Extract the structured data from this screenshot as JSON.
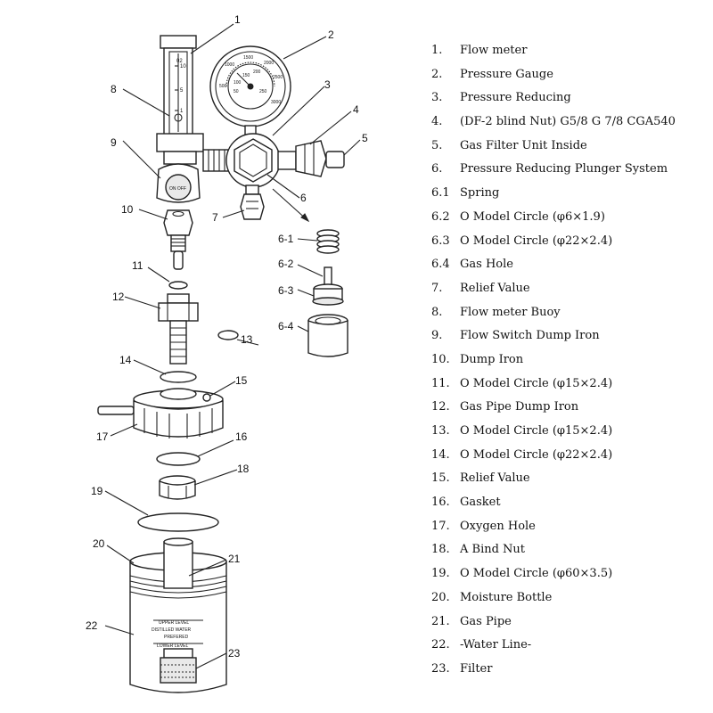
{
  "diagram": {
    "gauge_scale": [
      "1500",
      "2000",
      "2500",
      "3000",
      "1000",
      "500",
      "200",
      "150",
      "100",
      "50",
      "250"
    ],
    "flowmeter_scale": [
      "02",
      "10",
      "5",
      "1"
    ],
    "switch_label": "ON OFF",
    "bottle_text": [
      "UPPER LEVEL",
      "DISTILLED WATER",
      "PREFERED",
      "LOWER LEVEL"
    ],
    "callouts": [
      "1",
      "2",
      "3",
      "4",
      "5",
      "6",
      "7",
      "8",
      "9",
      "10",
      "11",
      "12",
      "13",
      "14",
      "15",
      "16",
      "17",
      "18",
      "19",
      "20",
      "21",
      "22",
      "23",
      "6-1",
      "6-2",
      "6-3",
      "6-4"
    ]
  },
  "legend": [
    {
      "num": "1.",
      "label": "Flow meter"
    },
    {
      "num": "2.",
      "label": "Pressure Gauge"
    },
    {
      "num": "3.",
      "label": "Pressure Reducing"
    },
    {
      "num": "4.",
      "label": "(DF-2 blind Nut) G5/8 G 7/8 CGA540"
    },
    {
      "num": "5.",
      "label": "Gas Filter Unit Inside"
    },
    {
      "num": "6.",
      "label": "Pressure Reducing Plunger System"
    },
    {
      "num": "6.1",
      "label": "Spring"
    },
    {
      "num": "6.2",
      "label": "O Model Circle (φ6×1.9)"
    },
    {
      "num": "6.3",
      "label": "O Model Circle (φ22×2.4)"
    },
    {
      "num": "6.4",
      "label": "Gas Hole"
    },
    {
      "num": "7.",
      "label": "Relief Value"
    },
    {
      "num": "8.",
      "label": "Flow meter Buoy"
    },
    {
      "num": "9.",
      "label": "Flow Switch Dump Iron"
    },
    {
      "num": "10.",
      "label": "Dump Iron"
    },
    {
      "num": "11.",
      "label": "O Model Circle (φ15×2.4)"
    },
    {
      "num": "12.",
      "label": "Gas Pipe Dump Iron"
    },
    {
      "num": "13.",
      "label": "O Model Circle (φ15×2.4)"
    },
    {
      "num": "14.",
      "label": "O Model Circle (φ22×2.4)"
    },
    {
      "num": "15.",
      "label": "Relief Value"
    },
    {
      "num": "16.",
      "label": "Gasket"
    },
    {
      "num": "17.",
      "label": "Oxygen Hole"
    },
    {
      "num": "18.",
      "label": "A Bind Nut"
    },
    {
      "num": "19.",
      "label": "O Model Circle (φ60×3.5)"
    },
    {
      "num": "20.",
      "label": "Moisture Bottle"
    },
    {
      "num": "21.",
      "label": "Gas Pipe"
    },
    {
      "num": "22.",
      "label": "-Water Line-"
    },
    {
      "num": "23.",
      "label": "Filter"
    }
  ]
}
